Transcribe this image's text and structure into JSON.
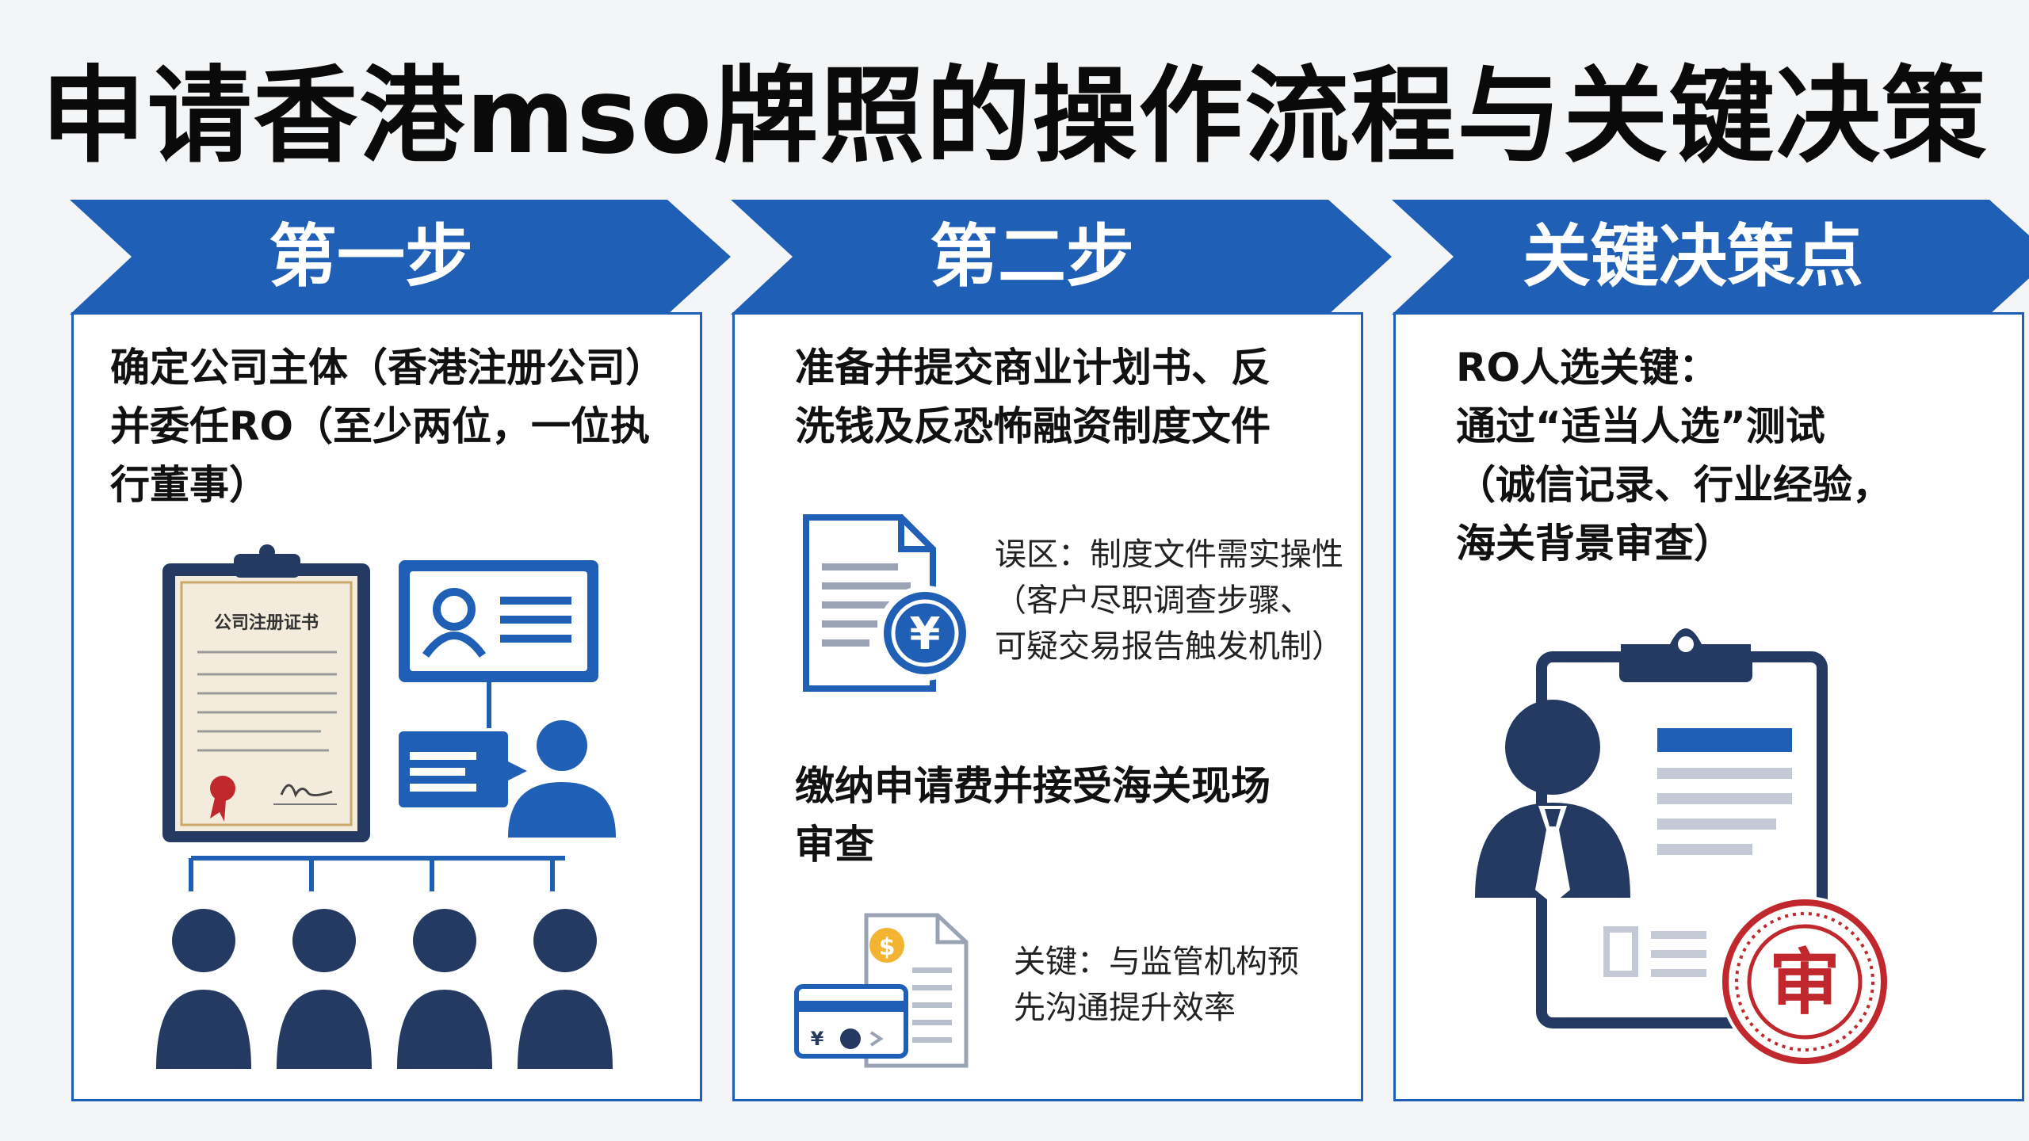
{
  "title": "申请香港mso牌照的操作流程与关键决策点",
  "colors": {
    "primary_blue": "#1f5fb5",
    "navy": "#1e3a6e",
    "stamp_red": "#c0282d"
  },
  "steps": [
    {
      "header": "第一步",
      "text_lines": [
        "确定公司主体（香港注册公司）",
        "并委任RO（至少两位，一位执",
        "行董事）"
      ],
      "certificate_title": "公司注册证书",
      "icons": [
        "clipboard-certificate-icon",
        "id-card-icon",
        "presenter-icon",
        "org-chart-people-icon"
      ]
    },
    {
      "header": "第二步",
      "item1_lines": [
        "准备并提交商业计划书、反",
        "洗钱及反恐怖融资制度文件"
      ],
      "note1_lines": [
        "误区：制度文件需实操性",
        "（客户尽职调查步骤、",
        "可疑交易报告触发机制）"
      ],
      "yen_symbol": "¥",
      "item2_lines": [
        "缴纳申请费并接受海关现场",
        "审查"
      ],
      "note2_lines": [
        "关键：与监管机构预",
        "先沟通提升效率"
      ],
      "dollar_symbol": "$",
      "icons": [
        "document-yen-icon",
        "payment-documents-icon"
      ]
    },
    {
      "header": "关键决策点",
      "text_lines": [
        "RO人选关键：",
        "通过“适当人选”测试",
        "（诚信记录、行业经验，",
        "海关背景审查）"
      ],
      "stamp_char": "审",
      "icons": [
        "clipboard-person-icon",
        "review-stamp-icon"
      ]
    }
  ]
}
